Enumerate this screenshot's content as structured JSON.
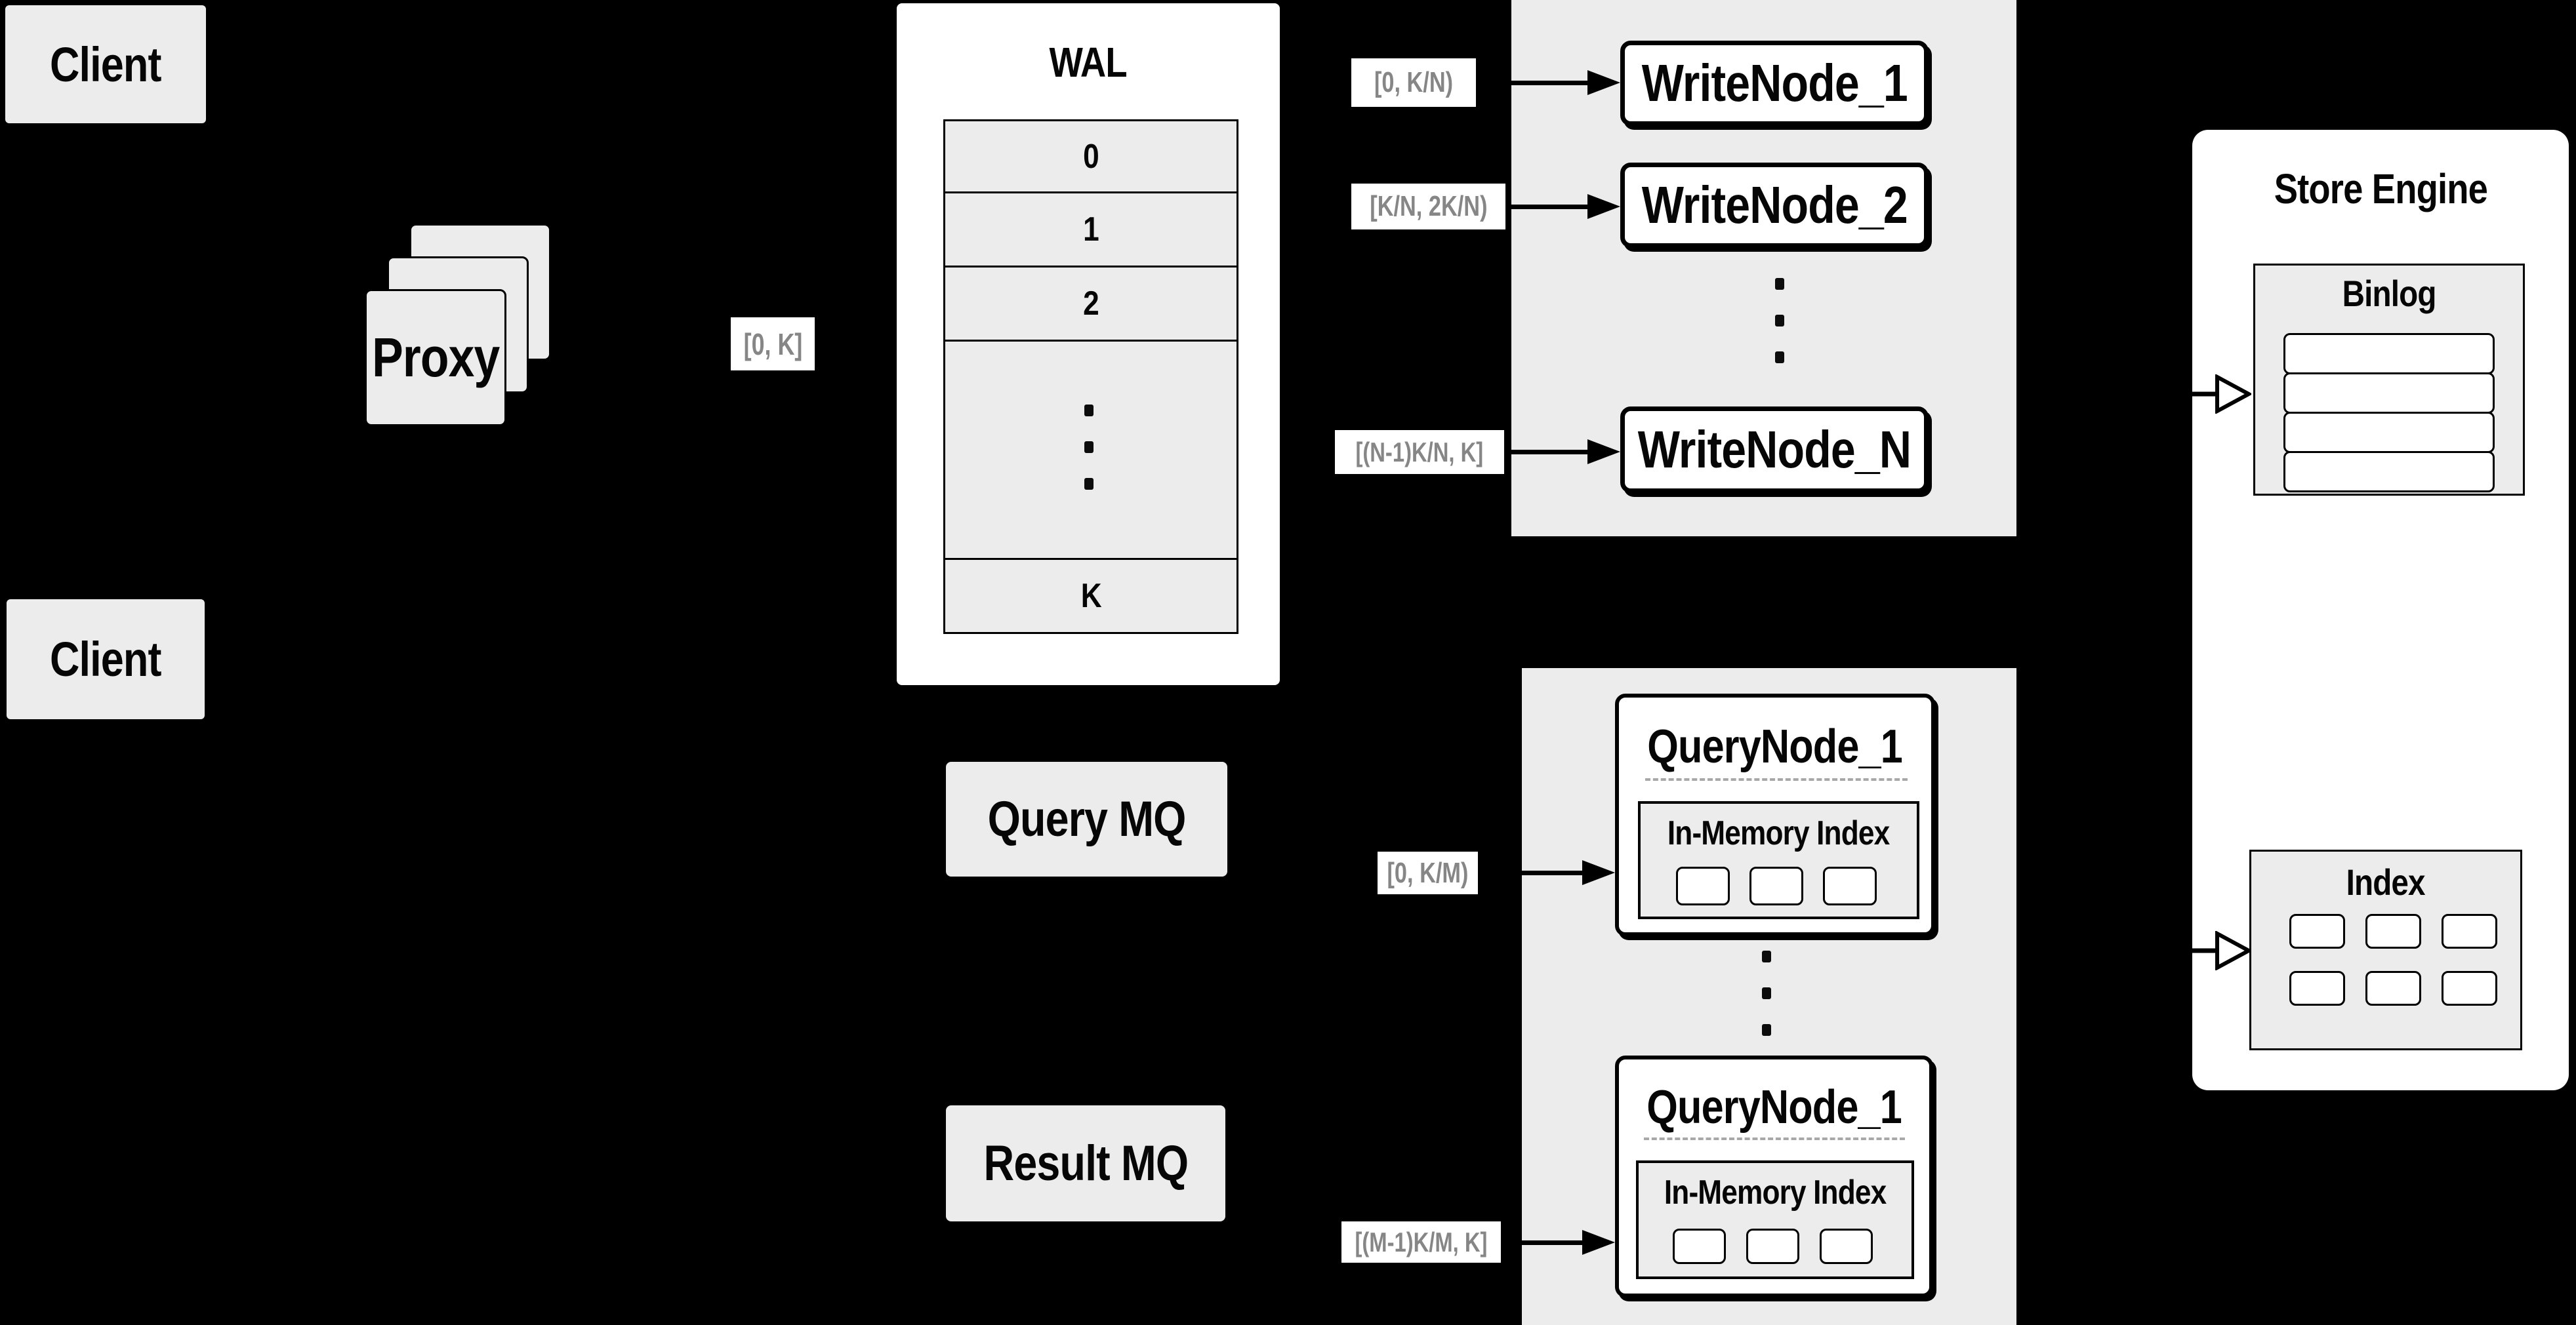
{
  "colors": {
    "background": "#000000",
    "box_fill": "#ececec",
    "node_fill": "#ffffff",
    "line": "#000000",
    "range_text": "#868686",
    "dash": "#a8a8a8"
  },
  "clients": {
    "top": "Client",
    "bottom": "Client"
  },
  "proxy": {
    "label": "Proxy",
    "range": "[0, K]"
  },
  "wal": {
    "title": "WAL",
    "rows": [
      "0",
      "1",
      "2"
    ],
    "last_row": "K"
  },
  "write_nodes": {
    "node1": "WriteNode_1",
    "node2": "WriteNode_2",
    "nodeN": "WriteNode_N",
    "range1": "[0, K/N)",
    "range2": "[K/N, 2K/N)",
    "rangeN": "[(N-1)K/N, K]"
  },
  "store_engine": {
    "title": "Store Engine",
    "binlog": "Binlog",
    "index": "Index"
  },
  "mq": {
    "query": "Query MQ",
    "result": "Result MQ"
  },
  "query_nodes": {
    "top_title": "QueryNode_1",
    "bottom_title": "QueryNode_1",
    "top_inner": "In-Memory Index",
    "bottom_inner": "In-Memory Index",
    "range_top": "[0, K/M)",
    "range_bottom": "[(M-1)K/M, K]"
  }
}
